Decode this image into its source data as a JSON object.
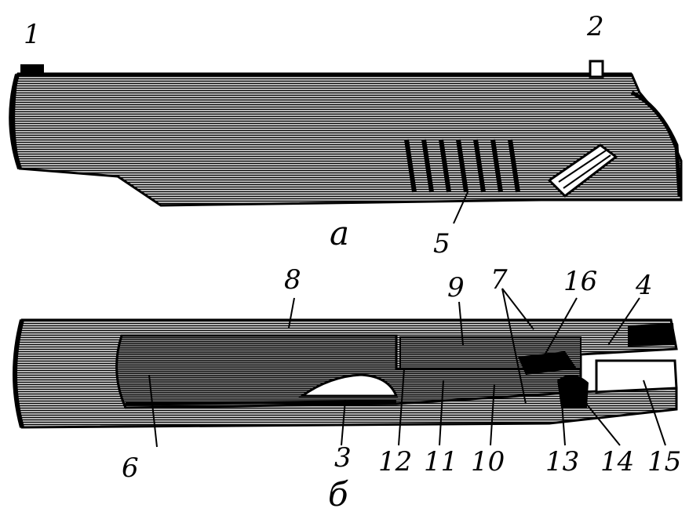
{
  "views": {
    "top": "а",
    "bottom": "б"
  },
  "callouts": [
    "1",
    "2",
    "3",
    "4",
    "5",
    "6",
    "7",
    "8",
    "9",
    "10",
    "11",
    "12",
    "13",
    "14",
    "15",
    "16"
  ],
  "colors": {
    "ink": "#000000",
    "paper": "#ffffff"
  }
}
